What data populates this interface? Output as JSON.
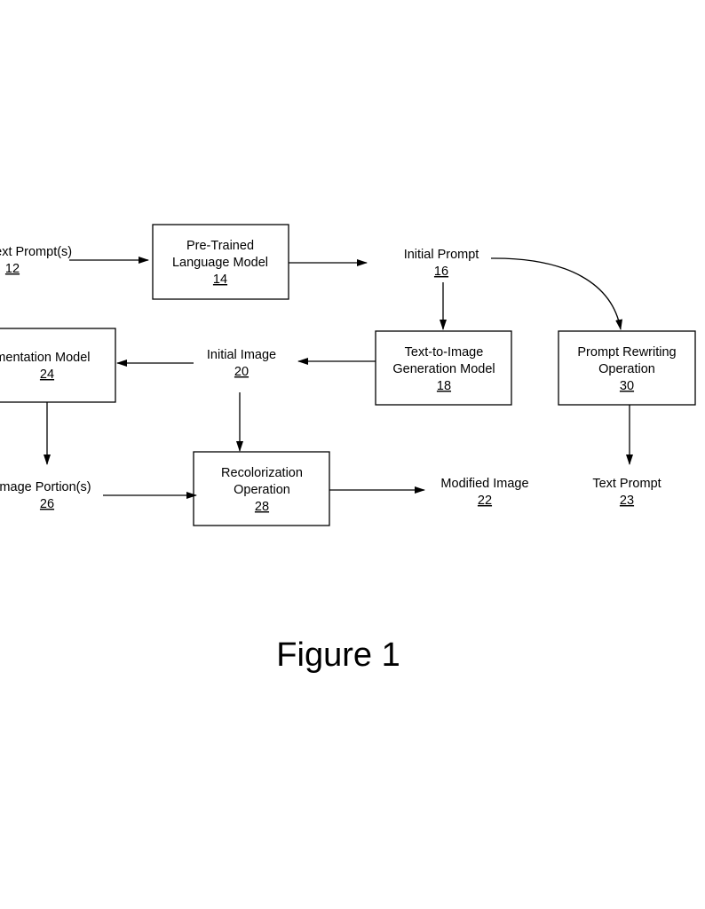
{
  "figure_caption": "Figure 1",
  "nodes": {
    "text_prompts": {
      "label": "Text Prompt(s)",
      "ref": "12"
    },
    "language_model": {
      "line1": "Pre-Trained",
      "line2": "Language Model",
      "ref": "14"
    },
    "initial_prompt": {
      "label": "Initial Prompt",
      "ref": "16"
    },
    "segmentation_model": {
      "label": "Segmentation Model",
      "ref": "24"
    },
    "initial_image": {
      "label": "Initial Image",
      "ref": "20"
    },
    "text_to_image": {
      "line1": "Text-to-Image",
      "line2": "Generation Model",
      "ref": "18"
    },
    "prompt_rewriting": {
      "line1": "Prompt Rewriting",
      "line2": "Operation",
      "ref": "30"
    },
    "image_portions": {
      "label": "Image Portion(s)",
      "ref": "26"
    },
    "recolorization": {
      "line1": "Recolorization",
      "line2": "Operation",
      "ref": "28"
    },
    "modified_image": {
      "label": "Modified Image",
      "ref": "22"
    },
    "text_prompt": {
      "label": "Text Prompt",
      "ref": "23"
    }
  }
}
